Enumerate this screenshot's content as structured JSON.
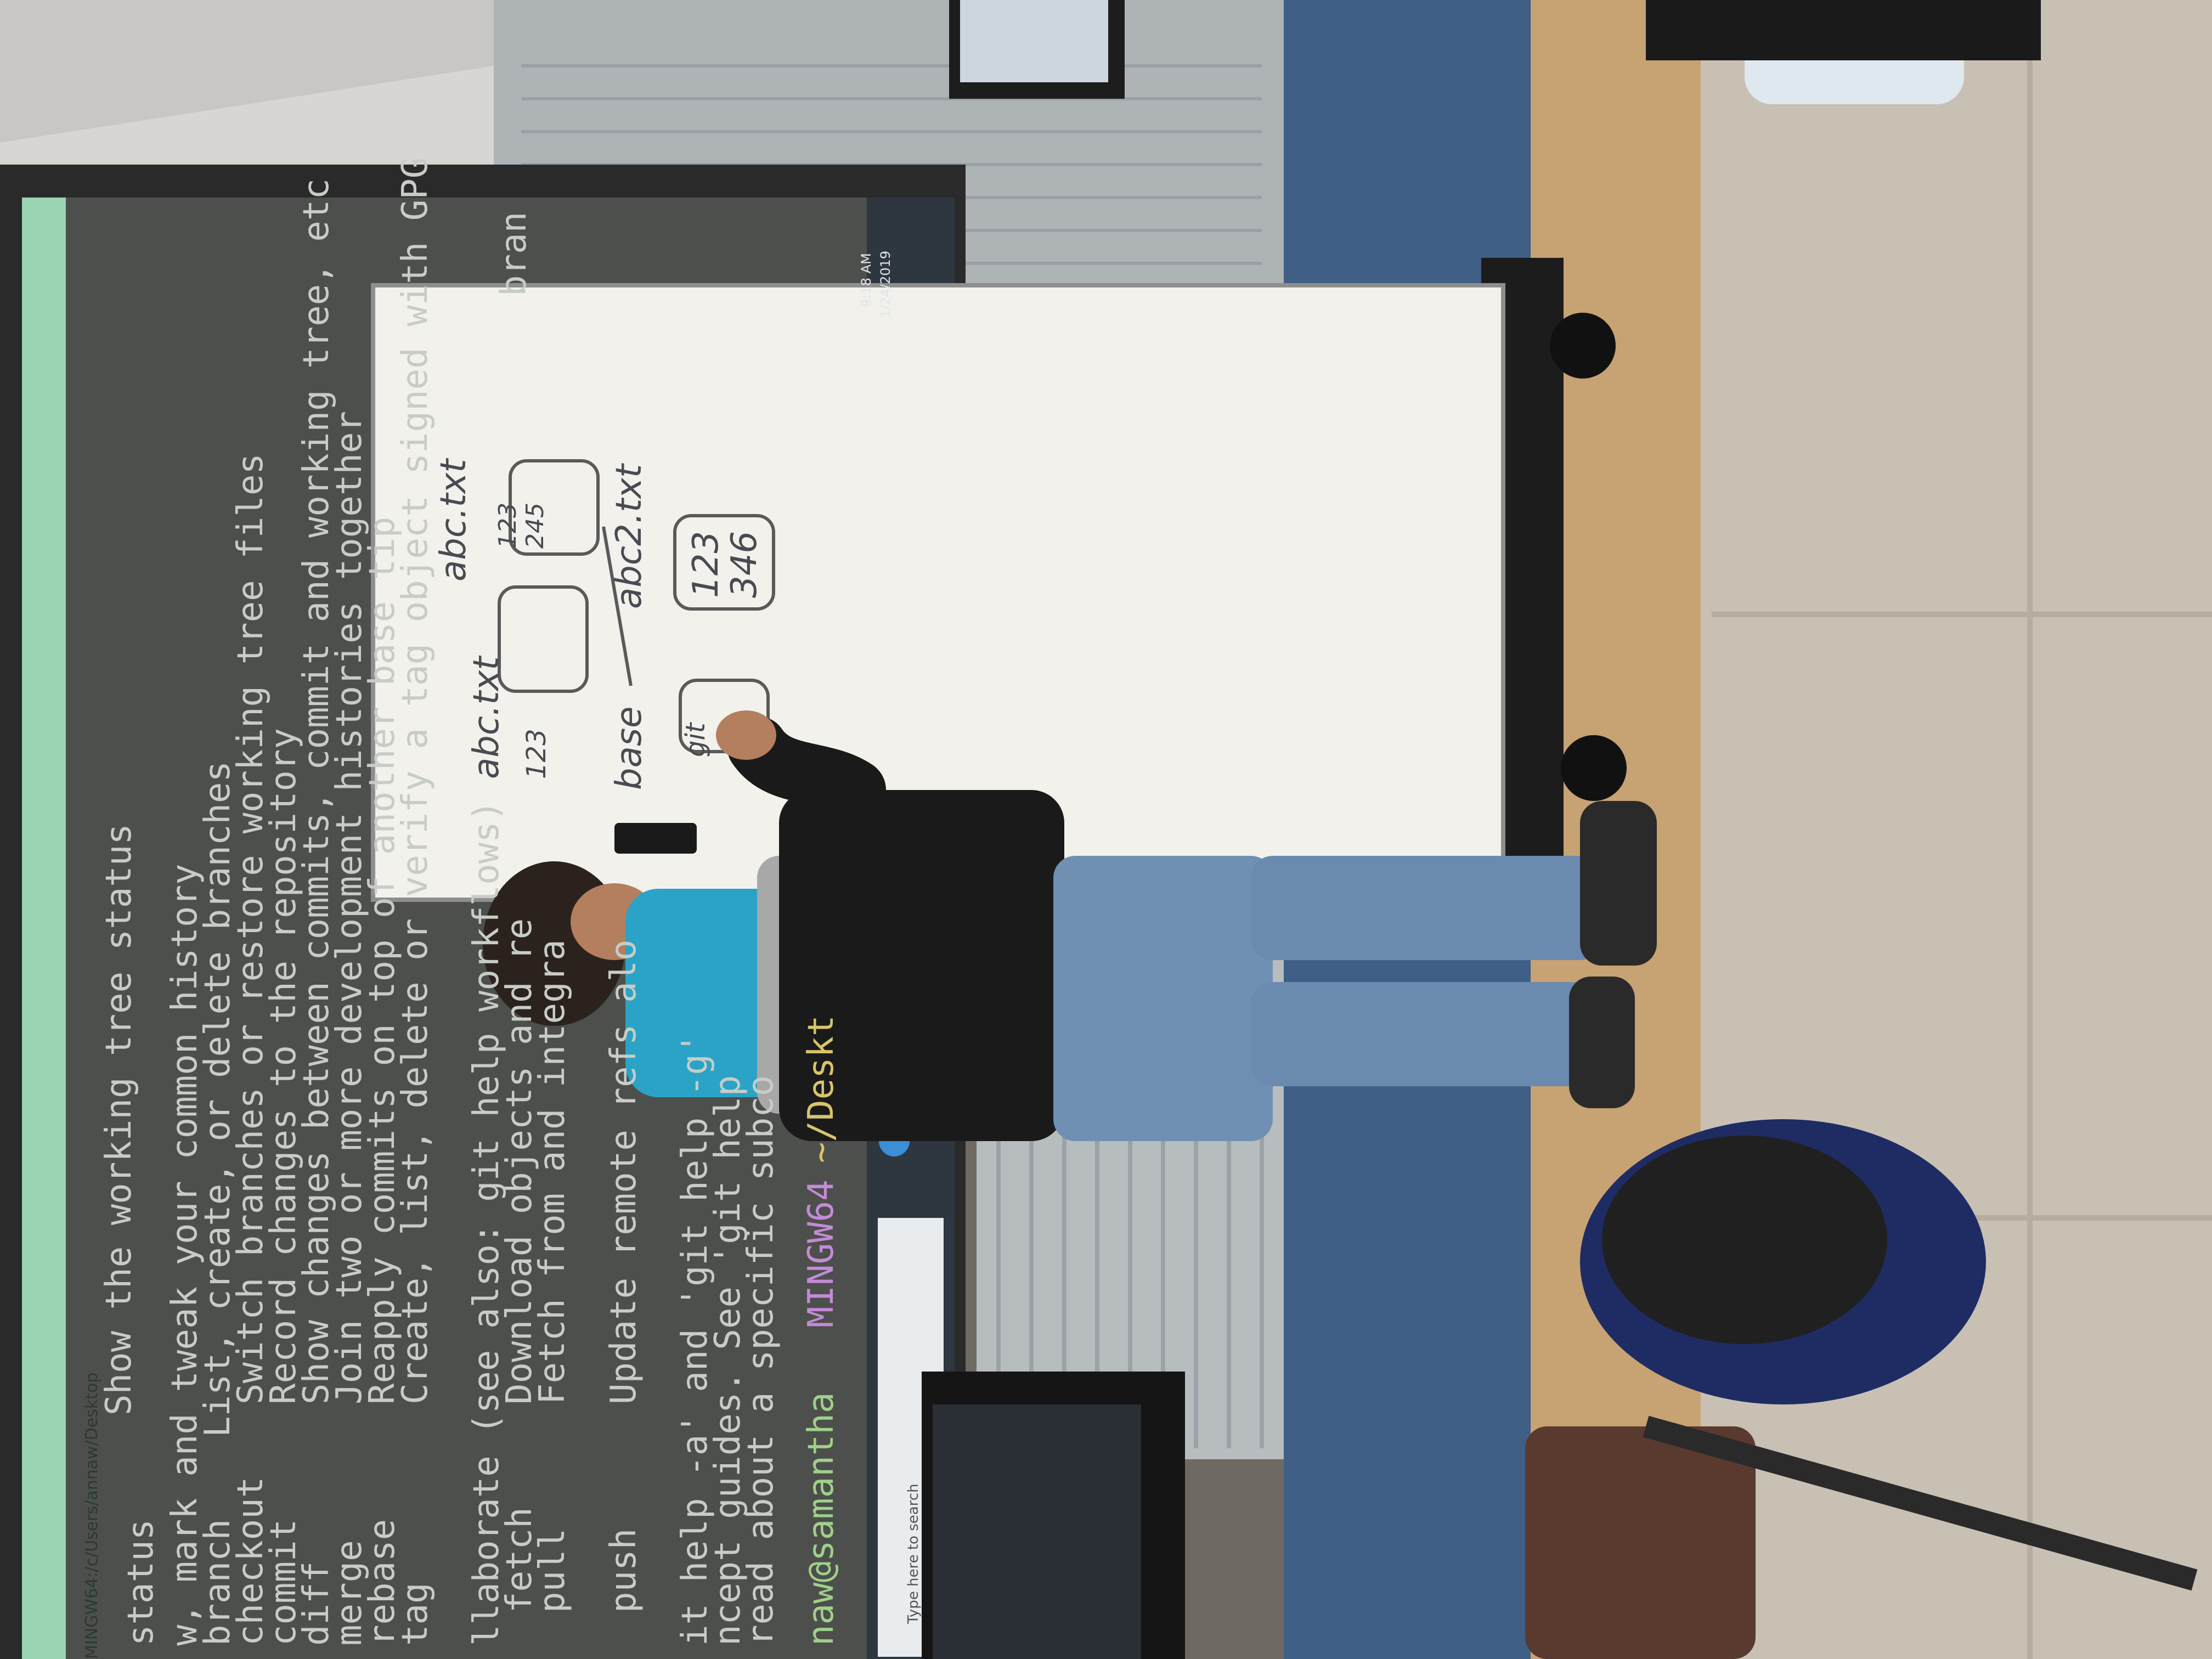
{
  "terminal": {
    "title_path": "MINGW64:/c/Users/annaw/Desktop",
    "clock_time": "9:18 AM",
    "clock_date": "1/24/2019",
    "top_right_word": "bran",
    "status_cmd": "status",
    "status_desc": "Show the working tree status",
    "grow_header": "w, mark and tweak your common history",
    "commands": [
      {
        "cmd": "branch",
        "desc": "List, create, or delete branches"
      },
      {
        "cmd": "checkout",
        "desc": "Switch branches or restore working tree files"
      },
      {
        "cmd": "commit",
        "desc": "Record changes to the repository"
      },
      {
        "cmd": "diff",
        "desc": "Show changes between commits, commit and working tree, etc"
      },
      {
        "cmd": "merge",
        "desc": "Join two or more development histories together"
      },
      {
        "cmd": "rebase",
        "desc": "Reapply commits on top of another base tip"
      },
      {
        "cmd": "tag",
        "desc": "Create, list, delete or verify a tag object signed with GPG"
      }
    ],
    "collab_header": "llaborate (see also: git help workflows)",
    "collab": [
      {
        "cmd": "fetch",
        "desc": "Download objects and re"
      },
      {
        "cmd": "pull",
        "desc": "Fetch from and integra"
      },
      {
        "cmd": "push",
        "desc": "Update remote refs alo"
      }
    ],
    "footer_lines": [
      "it help -a' and 'git help -g'",
      "ncept guides. See 'git help",
      "read about a specific subco"
    ],
    "prompt_user": "naw@samantha",
    "prompt_host": "MINGW64",
    "prompt_path": "~/Deskt"
  },
  "taskbar": {
    "search_placeholder": "Type here to search"
  },
  "whiteboard": {
    "notes": [
      {
        "text": "abc.txt"
      },
      {
        "text": "123"
      },
      {
        "text": "base"
      },
      {
        "text": "git"
      },
      {
        "text": "abc.txt"
      },
      {
        "text": "123"
      },
      {
        "text": "245"
      },
      {
        "text": "abc2.txt"
      },
      {
        "text": "123"
      },
      {
        "text": "346"
      }
    ]
  }
}
